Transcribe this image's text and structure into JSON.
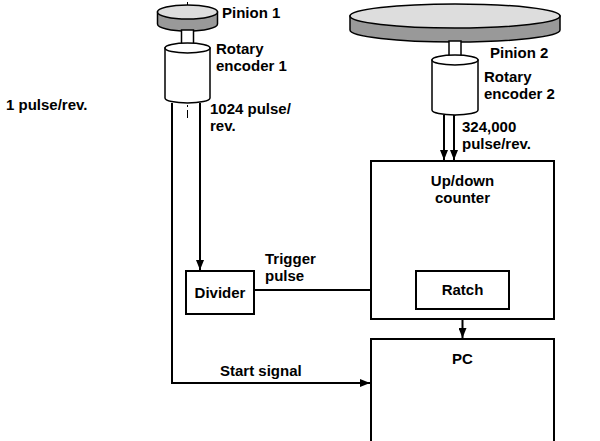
{
  "diagram": {
    "nodes": [
      {
        "text": [
          "Divider"
        ]
      },
      {
        "text": [
          "Up/down counter"
        ]
      },
      {
        "text": [
          "Ratch"
        ],
        "in": 1
      },
      {
        "text": [
          "PC"
        ]
      }
    ],
    "edges": [
      {
        "from": 0,
        "to": 2,
        "label": "Trigger pulse",
        "arrow": "to"
      },
      {
        "from": 2,
        "to": 3,
        "arrow": "to"
      }
    ],
    "labels": [
      "Pinion 1",
      "Rotary encoder 1",
      "Pinion 2",
      "Rotary encoder 2",
      "1 pulse/rev.",
      "1024 pulse/ rev.",
      "324,000 pulse/rev.",
      "Start signal"
    ]
  }
}
